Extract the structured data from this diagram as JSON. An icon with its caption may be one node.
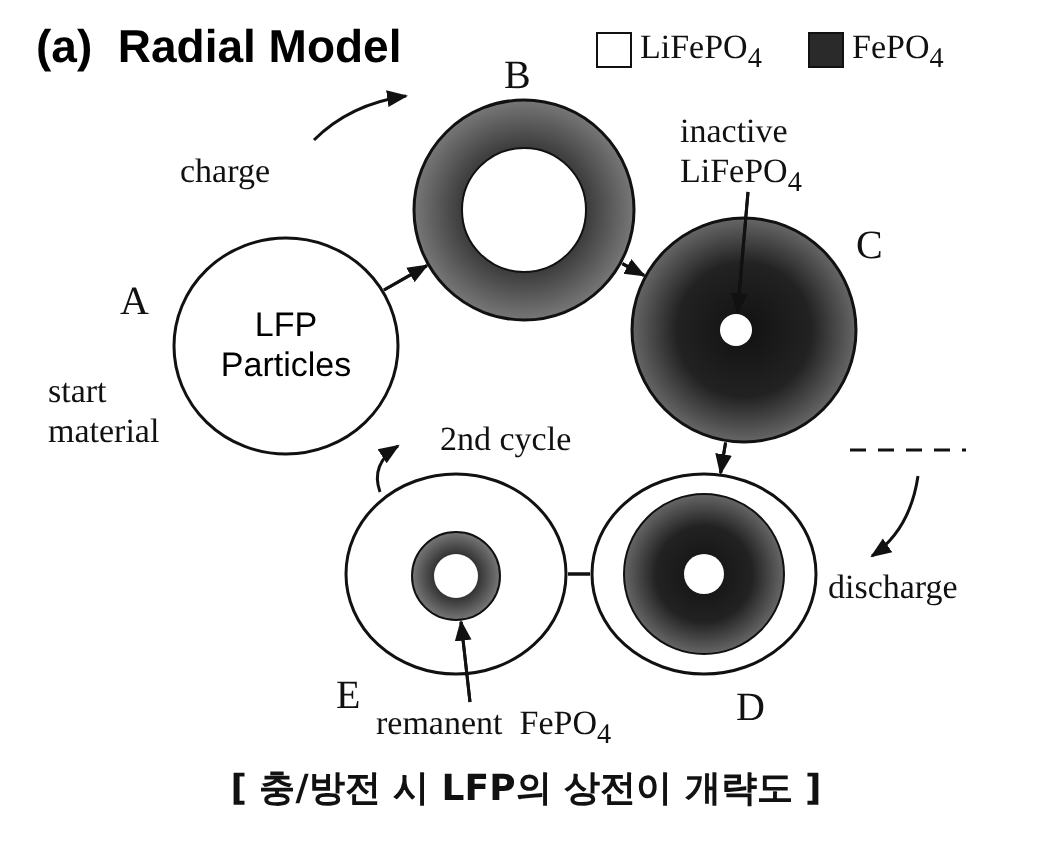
{
  "diagram": {
    "title": "(a)  Radial Model",
    "caption": "[ 충/방전 시 LFP의 상전이 개략도 ]",
    "nodes": [
      {
        "text": [
          "LFP Particles"
        ],
        "beside": [
          "A",
          "start material"
        ]
      },
      {
        "text": [],
        "shape": "circle",
        "beside": [
          "B"
        ]
      },
      {
        "text": [
          "inactive LiFePO$_{4}$"
        ]
      },
      {
        "text": [],
        "shape": "circle",
        "beside": [
          "C"
        ]
      },
      {
        "text": [],
        "shape": "circle",
        "in": 3
      },
      {
        "text": [],
        "shape": "circle",
        "beside": [
          "E"
        ]
      },
      {
        "text": [],
        "shape": "circle",
        "in": 5
      },
      {
        "text": [],
        "shape": "circle",
        "beside": [
          "D"
        ]
      },
      {
        "text": [
          "remanent  FePO$_{4}$"
        ]
      }
    ],
    "edges": [
      {
        "from": 0,
        "to": 1,
        "arrow": "to"
      },
      {
        "from": 1,
        "to": 3,
        "arrow": "to"
      },
      {
        "from": 3,
        "to": 7,
        "arrow": "to"
      },
      {
        "from": 7,
        "to": 5,
        "arrow": "none"
      },
      {
        "from": 2,
        "to": 4,
        "arrow": "to"
      },
      {
        "from": 8,
        "to": 6,
        "arrow": "to"
      }
    ],
    "labels": [
      "charge",
      "2nd cycle",
      "discharge"
    ],
    "legend": [
      {
        "text": "LiFePO$_{4}$",
        "color": "#ffffff"
      },
      {
        "text": "FePO$_{4}$",
        "color": "#2a2a2a"
      }
    ]
  }
}
